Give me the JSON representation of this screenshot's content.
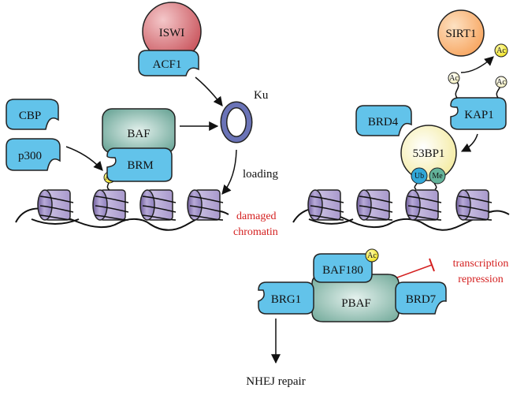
{
  "colors": {
    "protein_blue": "#62c3ea",
    "iswi_red": "#c9545c",
    "sirt1_orange": "#f7a35c",
    "baf_green": "#5f9e8f",
    "p53bp1_yellow": "#fbf4bd",
    "ku_ring": "#6a73b7",
    "ac_yellow": "#f2e321",
    "ub_cyan": "#31a8d8",
    "me_green": "#63b39a",
    "nucleosome": "#a596c8",
    "red_text": "#d42020"
  },
  "proteins": {
    "iswi": "ISWI",
    "acf1": "ACF1",
    "sirt1": "SIRT1",
    "cbp": "CBP",
    "p300": "p300",
    "baf": "BAF",
    "brm": "BRM",
    "brd4": "BRD4",
    "kap1": "KAP1",
    "p53bp1": "53BP1",
    "baf180": "BAF180",
    "brg1": "BRG1",
    "pbaf": "PBAF",
    "brd7": "BRD7"
  },
  "marks": {
    "ac": "Ac",
    "ub": "Ub",
    "me": "Me"
  },
  "labels": {
    "ku": "Ku",
    "loading": "loading",
    "damaged": "damaged",
    "chromatin": "chromatin",
    "transcription": "transcription",
    "repression": "repression",
    "nhej": "NHEJ repair"
  }
}
